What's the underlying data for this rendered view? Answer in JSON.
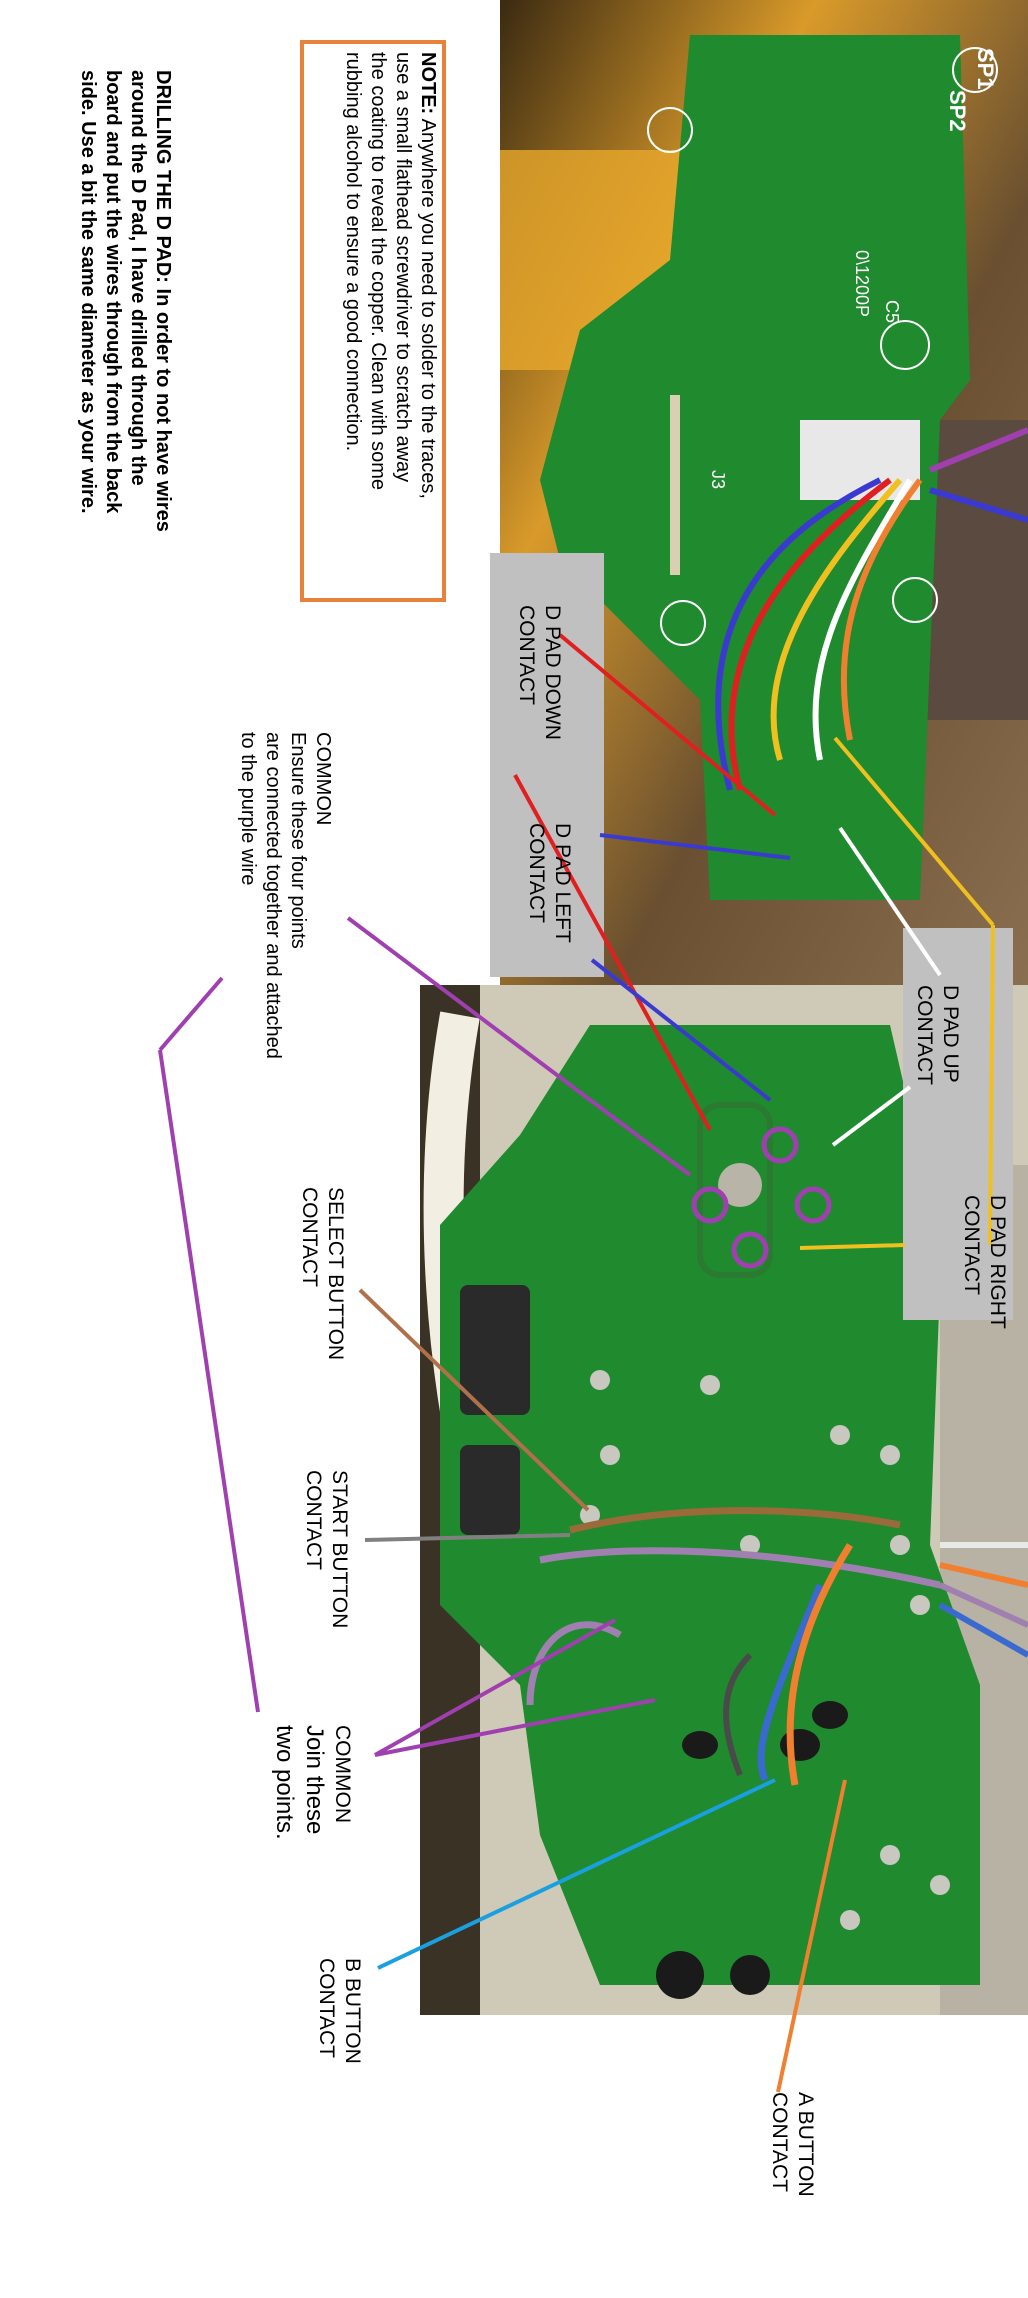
{
  "note": {
    "lead": "NOTE:",
    "lines": [
      " Anywhere you need to solder to the traces,",
      "use a small flathead screwdriver to scratch away",
      "the coating to reveal the copper. Clean with some",
      "rubbing alcohol to ensure a good connection."
    ]
  },
  "drilling": {
    "lines": [
      "DRILLING THE D PAD: In order to not have wires",
      "around the D Pad, I have drilled through the",
      "board and put the wires through from the back",
      "side. Use a bit the same diameter as your wire."
    ]
  },
  "pcb_silkscreen": {
    "sp1": "SP1",
    "sp2": "SP2",
    "c5": "C5",
    "cap": "0\\1200P",
    "j3": "J3"
  },
  "labels": {
    "dpad_down": [
      "D PAD DOWN",
      "CONTACT"
    ],
    "dpad_left": [
      "D PAD LEFT",
      "CONTACT"
    ],
    "dpad_up": [
      "D PAD UP",
      "CONTACT"
    ],
    "dpad_right": [
      "D PAD RIGHT",
      "CONTACT"
    ],
    "common_top": [
      "COMMON",
      "Ensure these four points",
      "are connected together and attached",
      "to the purple wire"
    ],
    "select": [
      "SELECT BUTTON",
      "CONTACT"
    ],
    "start": [
      "START BUTTON",
      "CONTACT"
    ],
    "common_bottom": [
      "COMMON",
      "Join these",
      "two points."
    ],
    "b_button": [
      "B BUTTON",
      "CONTACT"
    ],
    "a_button": [
      "A BUTTON",
      "CONTACT"
    ]
  },
  "colors": {
    "note_border": "#e8823a",
    "pcb_green": "#1f8a2e",
    "red": "#e02020",
    "blue": "#3a3ad0",
    "white": "#ffffff",
    "yellow": "#f0c020",
    "purple": "#a040b0",
    "brown": "#b0704a",
    "gray_line": "#808080",
    "cyan": "#1aa0e0",
    "orange": "#f08030"
  }
}
